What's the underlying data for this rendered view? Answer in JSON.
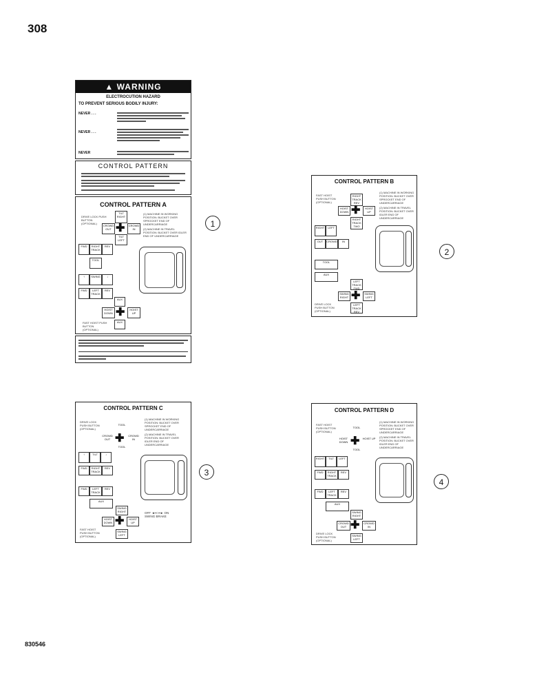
{
  "page": {
    "number": "308",
    "code": "830546"
  },
  "warning_decal": {
    "banner": "WARNING",
    "hazard": "ELECTROCUTION HAZARD",
    "subtitle": "TO PREVENT SERIOUS BODILY INJURY:",
    "never_labels": [
      "NEVER . . .",
      "NEVER . . .",
      "NEVER"
    ],
    "control_pattern_title": "CONTROL PATTERN",
    "pattern_title": "CONTROL PATTERN A",
    "callout": "1"
  },
  "patterns": [
    {
      "title": "CONTROL PATTERN B",
      "callout": "2"
    },
    {
      "title": "CONTROL PATTERN C",
      "callout": "3"
    },
    {
      "title": "CONTROL PATTERN D",
      "callout": "4"
    }
  ]
}
